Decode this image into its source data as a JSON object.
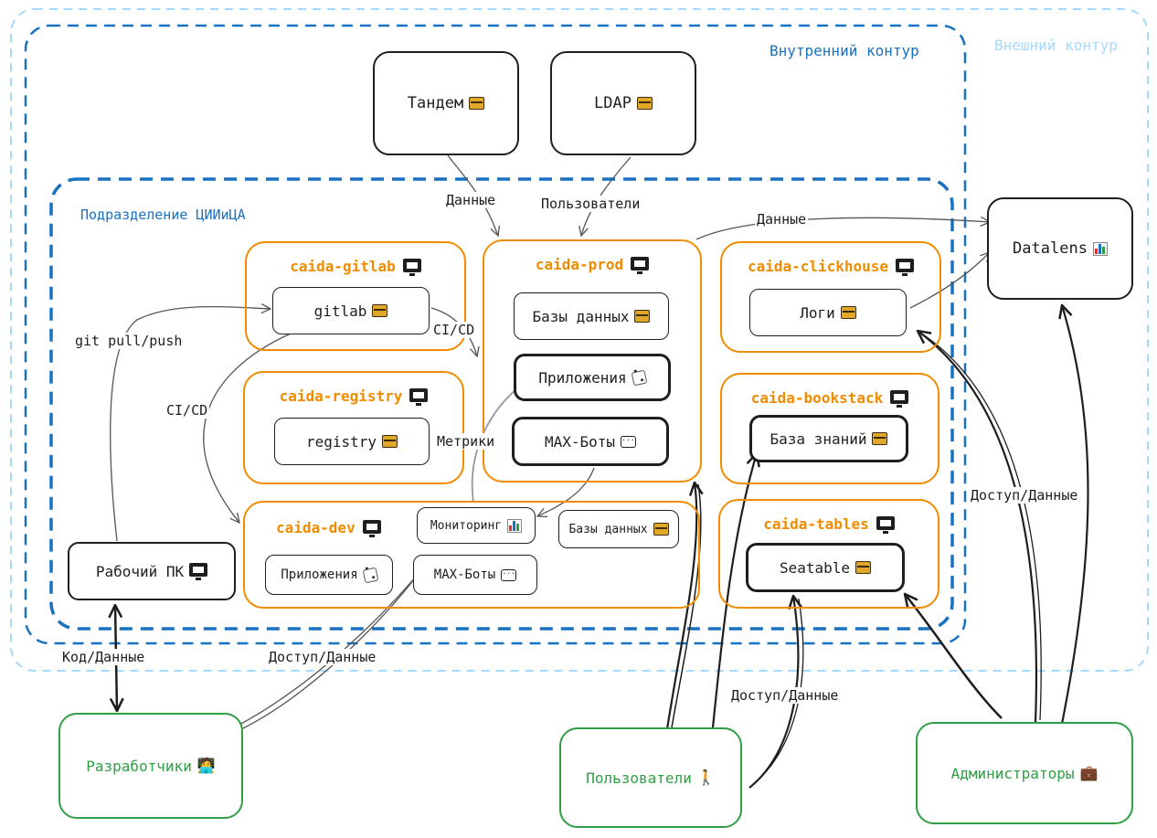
{
  "zones": {
    "outer": "Внешний контур",
    "inner": "Внутренний контур",
    "division": "Подразделение ЦИИиЦА"
  },
  "external": {
    "tandem": "Тандем",
    "ldap": "LDAP",
    "datalens": "Datalens",
    "workstation": "Рабочий ПК"
  },
  "groups": {
    "gitlab": {
      "title": "caida-gitlab",
      "items": [
        "gitlab"
      ]
    },
    "registry": {
      "title": "caida-registry",
      "items": [
        "registry"
      ]
    },
    "prod": {
      "title": "caida-prod",
      "items": [
        "Базы данных",
        "Приложения",
        "MAX-Боты"
      ]
    },
    "dev": {
      "title": "caida-dev",
      "items": [
        "Мониторинг",
        "Базы данных",
        "Приложения",
        "MAX-Боты"
      ]
    },
    "clickhouse": {
      "title": "caida-clickhouse",
      "items": [
        "Логи"
      ]
    },
    "bookstack": {
      "title": "caida-bookstack",
      "items": [
        "База знаний"
      ]
    },
    "tables": {
      "title": "caida-tables",
      "items": [
        "Seatable"
      ]
    }
  },
  "actors": {
    "developers": "Разработчики",
    "users": "Пользователи",
    "admins": "Администраторы"
  },
  "edges": {
    "tandem_prod": "Данные",
    "ldap_prod": "Пользователи",
    "prod_datalens": "Данные",
    "gitlab_prod": "CI/CD",
    "gitlab_dev": "CI/CD",
    "pc_gitlab": "git pull/push",
    "metrics": "Метрики",
    "pc_devs": "Код/Данные",
    "devs_dev": "Доступ/Данные",
    "users_access": "Доступ/Данные",
    "admins_access": "Доступ/Данные"
  },
  "colors": {
    "outer_zone": "#a5d8ff",
    "inner_zone": "#1971c2",
    "group": "#f08c00",
    "actor": "#2f9e44",
    "ink": "#1e1e1e"
  },
  "icons": {
    "server": "monitor-icon",
    "storage": "package-icon",
    "chart": "bar-chart-icon",
    "app": "dice-icon",
    "bot": "speech-bubble-icon",
    "developer": "technologist-icon",
    "user": "person-walking-icon",
    "admin": "briefcase-icon"
  }
}
